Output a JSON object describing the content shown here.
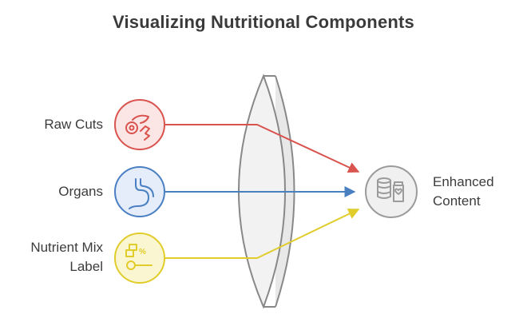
{
  "title": "Visualizing Nutritional Components",
  "inputs": [
    {
      "label": "Raw Cuts",
      "icon": "meat-cuts-icon",
      "color": "#d9534f",
      "fill": "#fbe6e5"
    },
    {
      "label": "Organs",
      "icon": "stomach-icon",
      "color": "#4a7fc1",
      "fill": "#e4edf9"
    },
    {
      "label": "Nutrient Mix Label",
      "label_lines": [
        "Nutrient Mix",
        "Label"
      ],
      "icon": "nutrient-scoop-icon",
      "color": "#e0cc2a",
      "fill": "#fbf6d2"
    }
  ],
  "lens": {
    "color": "#888888",
    "fill": "#f2f2f2"
  },
  "output": {
    "label": "Enhanced Content",
    "label_lines": [
      "Enhanced",
      "Content"
    ],
    "icon": "storage-and-jar-icon",
    "color": "#9b9b9b",
    "fill": "#f0f0f0"
  }
}
